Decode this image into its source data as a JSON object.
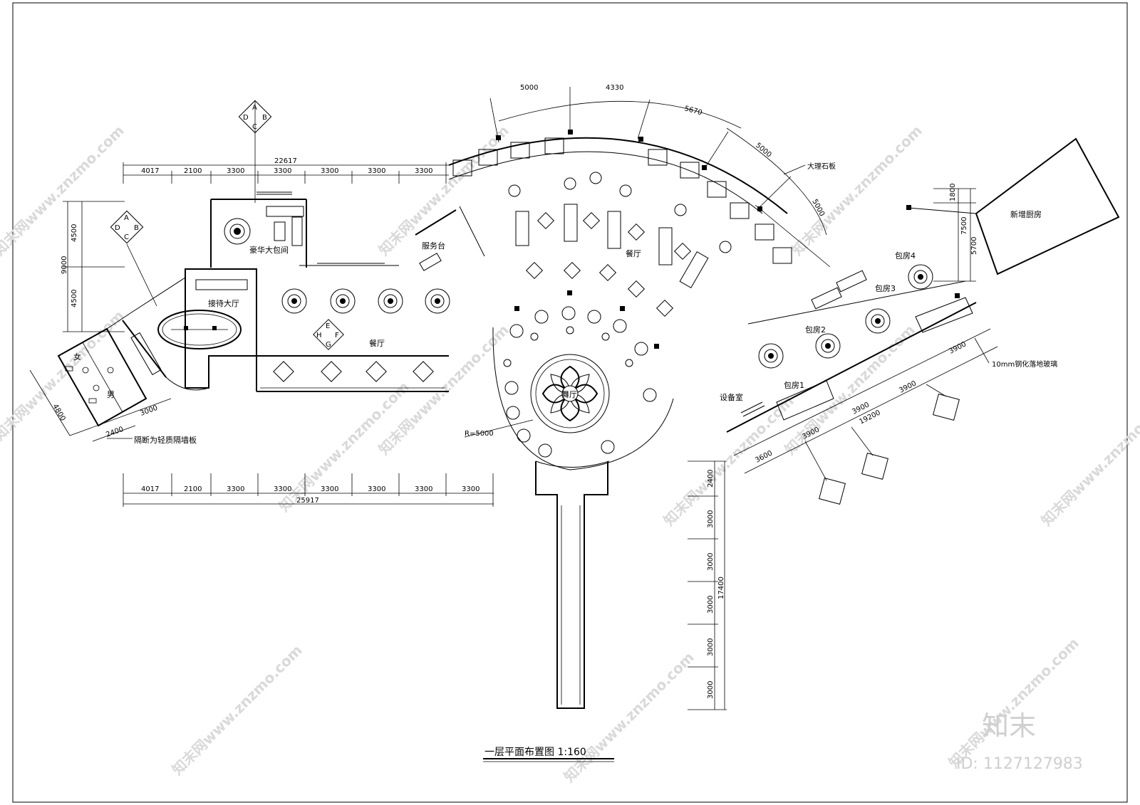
{
  "title": "一层平面布置图 1:160",
  "brand": {
    "logo_text": "知末",
    "id_text": "ID: 1127127983",
    "watermark": "知末网www.znzmo.com"
  },
  "rooms": {
    "luxury_room": "豪华大包间",
    "service_desk": "服务台",
    "reception_hall": "接待大厅",
    "dining_left": "餐厅",
    "dining_center": "餐厅",
    "dance_hall": "舞厅",
    "equipment_room": "设备室",
    "private_1": "包房1",
    "private_2": "包房2",
    "private_3": "包房3",
    "private_4": "包房4",
    "new_kitchen": "新增厨房",
    "female": "女",
    "male": "男"
  },
  "notes": {
    "partition": "隔断为轻质隔墙板",
    "glass": "10mm钢化落地玻璃",
    "stone": "大理石板",
    "radius": "R=5000"
  },
  "dims_top": {
    "total": "22617",
    "segments": [
      "4017",
      "2100",
      "3300",
      "3300",
      "3300",
      "3300",
      "3300"
    ]
  },
  "dims_bottom": {
    "total": "25917",
    "segments": [
      "4017",
      "2100",
      "3300",
      "3300",
      "3300",
      "3300",
      "3300",
      "3300"
    ]
  },
  "dims_left": {
    "total": "9000",
    "segments": [
      "4500",
      "4500"
    ]
  },
  "dims_toilet": {
    "a": "4800",
    "b": "3000",
    "c": "2400"
  },
  "dims_arc": [
    "5000",
    "4330",
    "5670",
    "5000",
    "5000"
  ],
  "dims_kitchen": [
    "1800",
    "5700",
    "7500"
  ],
  "dims_right": {
    "total": "19200",
    "segments": [
      "3600",
      "3900",
      "3900",
      "3900",
      "3900"
    ]
  },
  "dims_vertical": {
    "total": "17400",
    "segments": [
      "2400",
      "3000",
      "3000",
      "3000",
      "3000",
      "3000"
    ]
  },
  "symbol_letters": [
    "A",
    "B",
    "C",
    "D"
  ],
  "symbol_letters_2": [
    "E",
    "F",
    "G",
    "H"
  ]
}
